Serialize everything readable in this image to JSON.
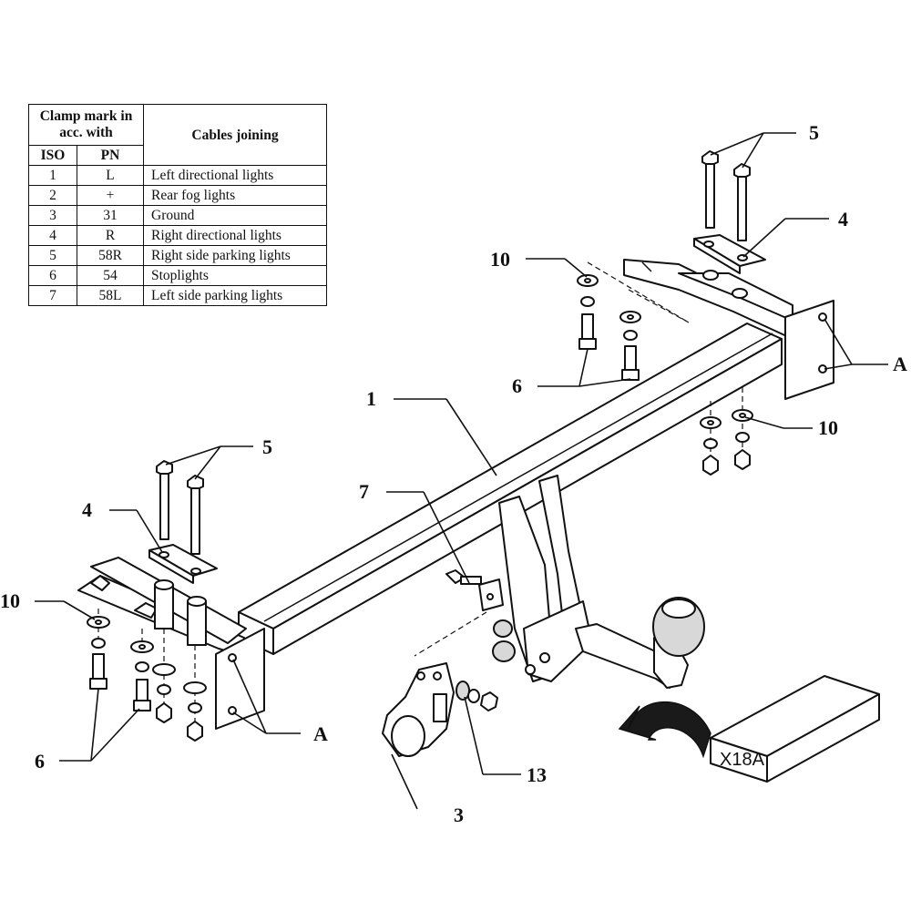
{
  "legend_table": {
    "header_clamp_mark": "Clamp mark in acc. with",
    "header_iso": "ISO",
    "header_pn": "PN",
    "header_cables": "Cables joining",
    "rows": [
      {
        "iso": "1",
        "pn": "L",
        "desc": "Left directional lights"
      },
      {
        "iso": "2",
        "pn": "+",
        "desc": "Rear fog lights"
      },
      {
        "iso": "3",
        "pn": "31",
        "desc": "Ground"
      },
      {
        "iso": "4",
        "pn": "R",
        "desc": "Right directional lights"
      },
      {
        "iso": "5",
        "pn": "58R",
        "desc": "Right side parking lights"
      },
      {
        "iso": "6",
        "pn": "54",
        "desc": "Stoplights"
      },
      {
        "iso": "7",
        "pn": "58L",
        "desc": "Left side parking lights"
      }
    ]
  },
  "part_labels": {
    "crossbar": "1",
    "socket_plate": "3",
    "clamp_plate_right": "4",
    "clamp_plate_left": "4",
    "bolts_right": "5",
    "bolts_left": "5",
    "nuts_right": "6",
    "nuts_left": "6",
    "bracket": "7",
    "washers_right_top": "10",
    "washers_right_bottom": "10",
    "washers_left": "10",
    "spring_washer": "13",
    "mount_right": "A",
    "mount_left": "A"
  },
  "package_label": "X18A"
}
